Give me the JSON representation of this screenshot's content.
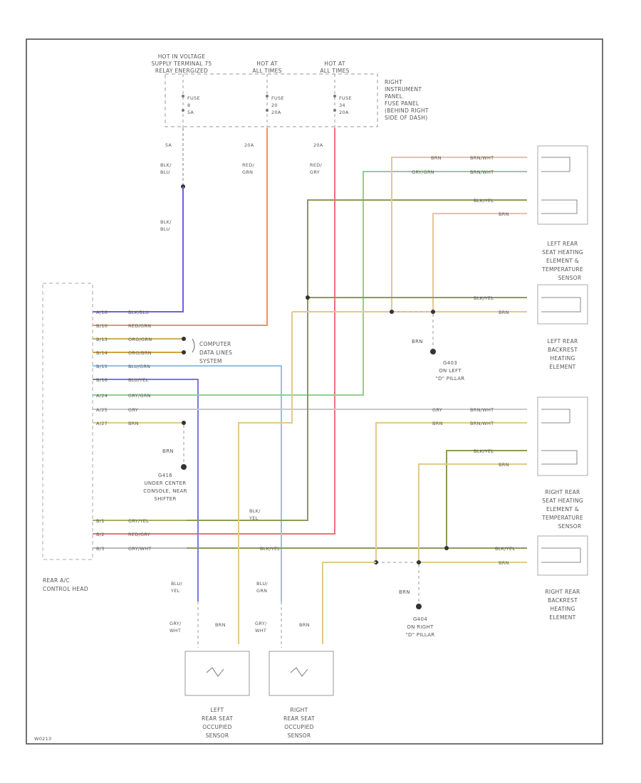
{
  "supply": {
    "hot_in_voltage": [
      "HOT IN VOLTAGE",
      "SUPPLY TERMINAL 75",
      "RELAY ENERGIZED"
    ],
    "hot_at_all_times_1": [
      "HOT AT",
      "ALL TIMES"
    ],
    "hot_at_all_times_2": [
      "HOT AT",
      "ALL TIMES"
    ],
    "panel_label": [
      "RIGHT",
      "INSTRUMENT",
      "PANEL",
      "FUSE PANEL",
      "(BEHIND RIGHT",
      "SIDE OF DASH)"
    ]
  },
  "fuses": [
    {
      "label": [
        "FUSE",
        "8",
        "5A"
      ],
      "rating": "5A",
      "wire": [
        "BLK/",
        "BLU"
      ]
    },
    {
      "label": [
        "FUSE",
        "20",
        "20A"
      ],
      "rating": "20A",
      "wire": [
        "RED/",
        "GRN"
      ]
    },
    {
      "label": [
        "FUSE",
        "34",
        "20A"
      ],
      "rating": "20A",
      "wire": [
        "RED/",
        "GRY"
      ]
    }
  ],
  "wire_blk_blu_lower": [
    "BLK/",
    "BLU"
  ],
  "control_head": {
    "label": [
      "REAR A/C",
      "CONTROL HEAD"
    ],
    "pins": [
      {
        "pin": "A/16",
        "wire": "BLK/BLU"
      },
      {
        "pin": "B/10",
        "wire": "RED/GRN"
      },
      {
        "pin": "B/13",
        "wire": "ORG/GRN"
      },
      {
        "pin": "B/14",
        "wire": "ORG/BRN"
      },
      {
        "pin": "B/15",
        "wire": "BLU/GRN"
      },
      {
        "pin": "B/16",
        "wire": "BLU/YEL"
      },
      {
        "pin": "A/24",
        "wire": "GRY/GRN"
      },
      {
        "pin": "A/25",
        "wire": "GRY"
      },
      {
        "pin": "A/27",
        "wire": "BRN"
      },
      {
        "pin": "B/1",
        "wire": "GRY/YEL"
      },
      {
        "pin": "B/2",
        "wire": "RED/GRY"
      },
      {
        "pin": "B/3",
        "wire": "GRY/WHT"
      }
    ]
  },
  "computer_data_lines": [
    "COMPUTER",
    "DATA LINES",
    "SYSTEM"
  ],
  "grounds": {
    "g416": [
      "G416",
      "UNDER CENTER",
      "CONSOLE, NEAR",
      "SHIFTER"
    ],
    "g403_left": [
      "G403",
      "ON LEFT",
      "\"D\" PILLAR"
    ],
    "g404_right": [
      "G404",
      "ON RIGHT",
      "\"D\" PILLAR"
    ],
    "brn": "BRN"
  },
  "components": {
    "left_seat": [
      "LEFT REAR",
      "SEAT HEATING",
      "ELEMENT &",
      "TEMPERATURE",
      "SENSOR"
    ],
    "left_back": [
      "LEFT REAR",
      "BACKREST",
      "HEATING",
      "ELEMENT"
    ],
    "right_seat": [
      "RIGHT REAR",
      "SEAT HEATING",
      "ELEMENT &",
      "TEMPERATURE",
      "SENSOR"
    ],
    "right_back": [
      "RIGHT REAR",
      "BACKREST",
      "HEATING",
      "ELEMENT"
    ],
    "left_occ": [
      "LEFT",
      "REAR SEAT",
      "OCCUPIED",
      "SENSOR"
    ],
    "right_occ": [
      "RIGHT",
      "REAR SEAT",
      "OCCUPIED",
      "SENSOR"
    ]
  },
  "right_side_wires": {
    "l_seat": [
      "BRN",
      "GRY/GRN",
      "BLK/YEL",
      "BRN"
    ],
    "l_seat_conn": [
      "BRN/WHT",
      "BRN/WHT"
    ],
    "l_back": [
      "BLK/YEL",
      "BRN"
    ],
    "r_seat": [
      "GRY",
      "BRN",
      "BLK/YEL",
      "BRN"
    ],
    "r_seat_conn": [
      "BRN/WHT",
      "BRN/WHT"
    ],
    "r_back": [
      "BLK/YEL",
      "BRN"
    ],
    "blk_yel_mid": "BLK/YEL"
  },
  "bottom_wires": {
    "blu_yel": [
      "BLU/",
      "YEL"
    ],
    "blu_grn": [
      "BLU/",
      "GRN"
    ],
    "gry_wht_1": [
      "GRY/",
      "WHT"
    ],
    "gry_wht_2": [
      "GRY/",
      "WHT"
    ],
    "brn_1": "BRN",
    "brn_2": "BRN",
    "blk_yel_vert": [
      "BLK/",
      "YEL"
    ]
  },
  "code": "W0213",
  "colors": {
    "blk_blu": "#6b63d6",
    "red_grn": "#e8956a",
    "red_gry": "#f0707a",
    "brn": "#e3c98a",
    "gry_grn": "#8fd08f",
    "blk_yel": "#8c9a55",
    "blu_grn": "#8fc2e8",
    "blu_yel": "#7a78e0",
    "gry": "#c8c8c8",
    "gry_yel": "#a8b060"
  }
}
